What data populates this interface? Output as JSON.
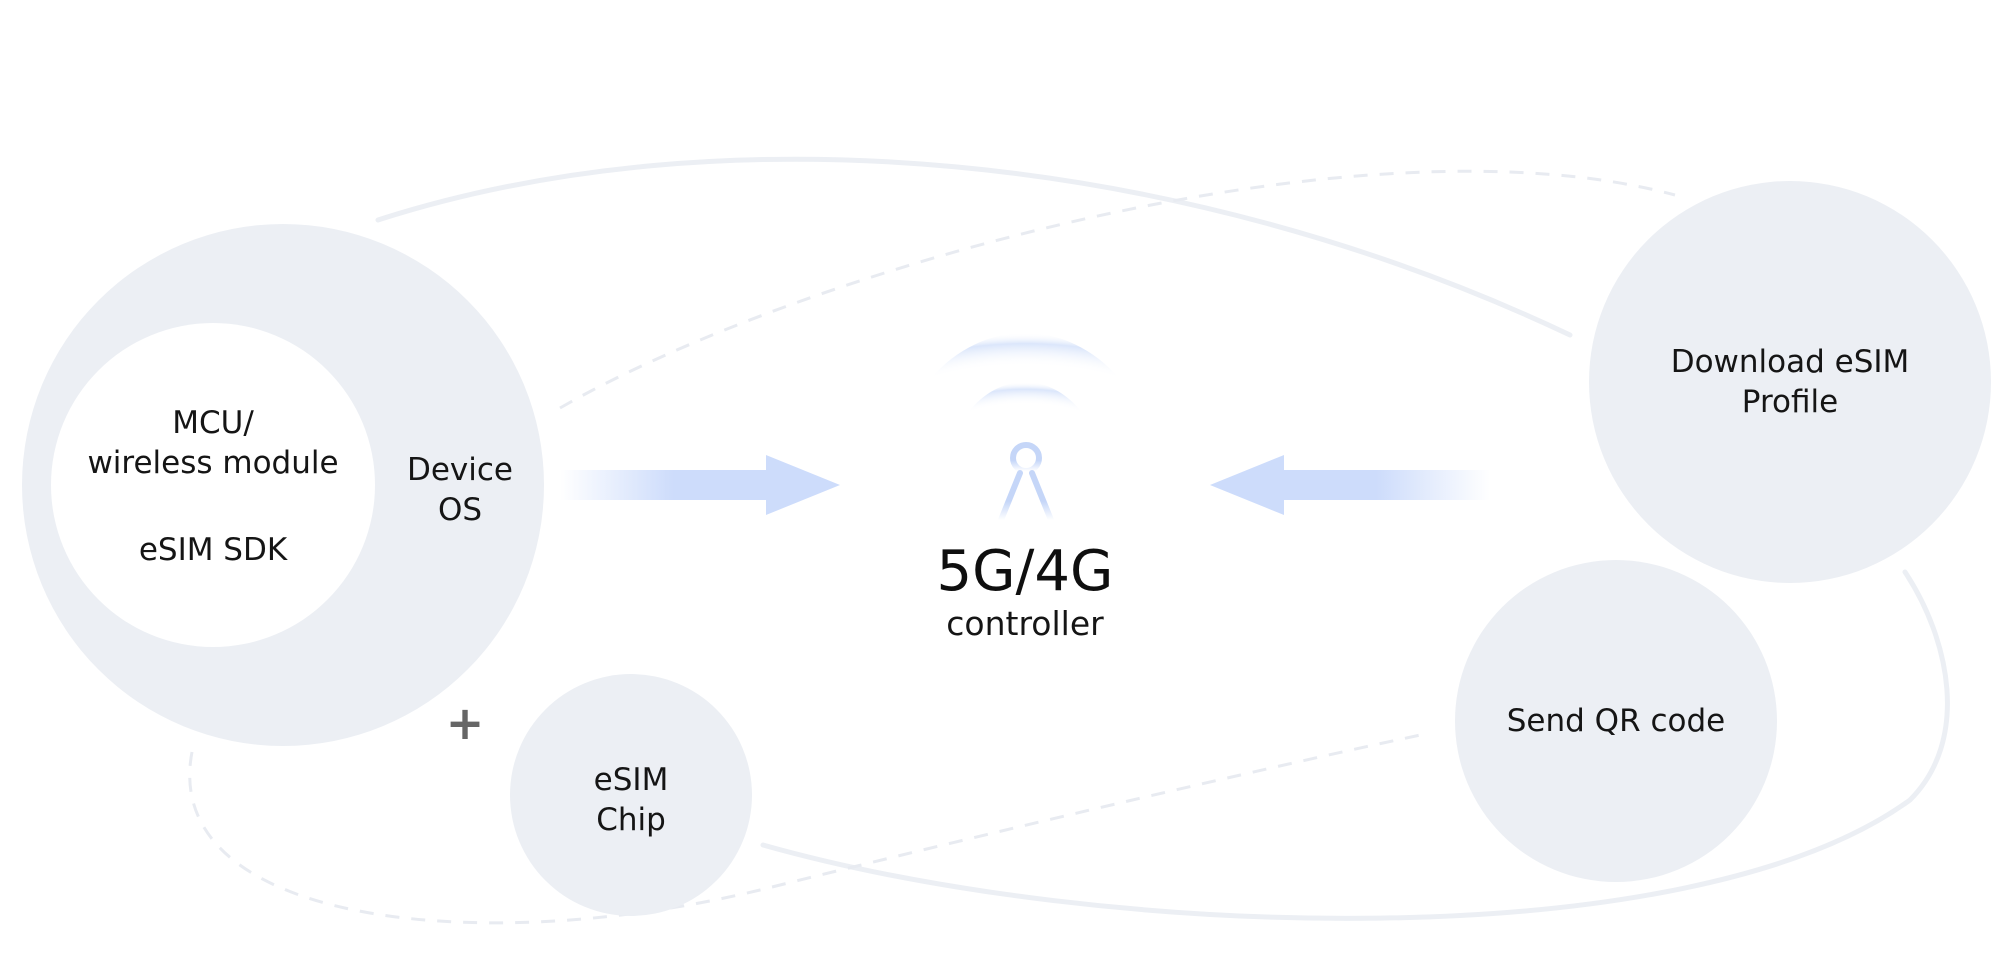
{
  "colors": {
    "circle_fill": "#eceff4",
    "inner_fill": "#ffffff",
    "curve": "#eceff4",
    "arrow": "#cddcfb",
    "tower": "#c5d6f8",
    "plus": "#666666",
    "text": "#151515"
  },
  "device": {
    "mcu_label": "MCU/\nwireless module",
    "sdk_label": "eSIM SDK",
    "os_label": "Device\nOS"
  },
  "plus_sign": "+",
  "chip": {
    "label": "eSIM\nChip"
  },
  "controller": {
    "title": "5G/4G",
    "subtitle": "controller",
    "icon": "cell-tower-icon"
  },
  "download": {
    "label": "Download eSIM\nProfile"
  },
  "qr": {
    "label": "Send QR code"
  }
}
